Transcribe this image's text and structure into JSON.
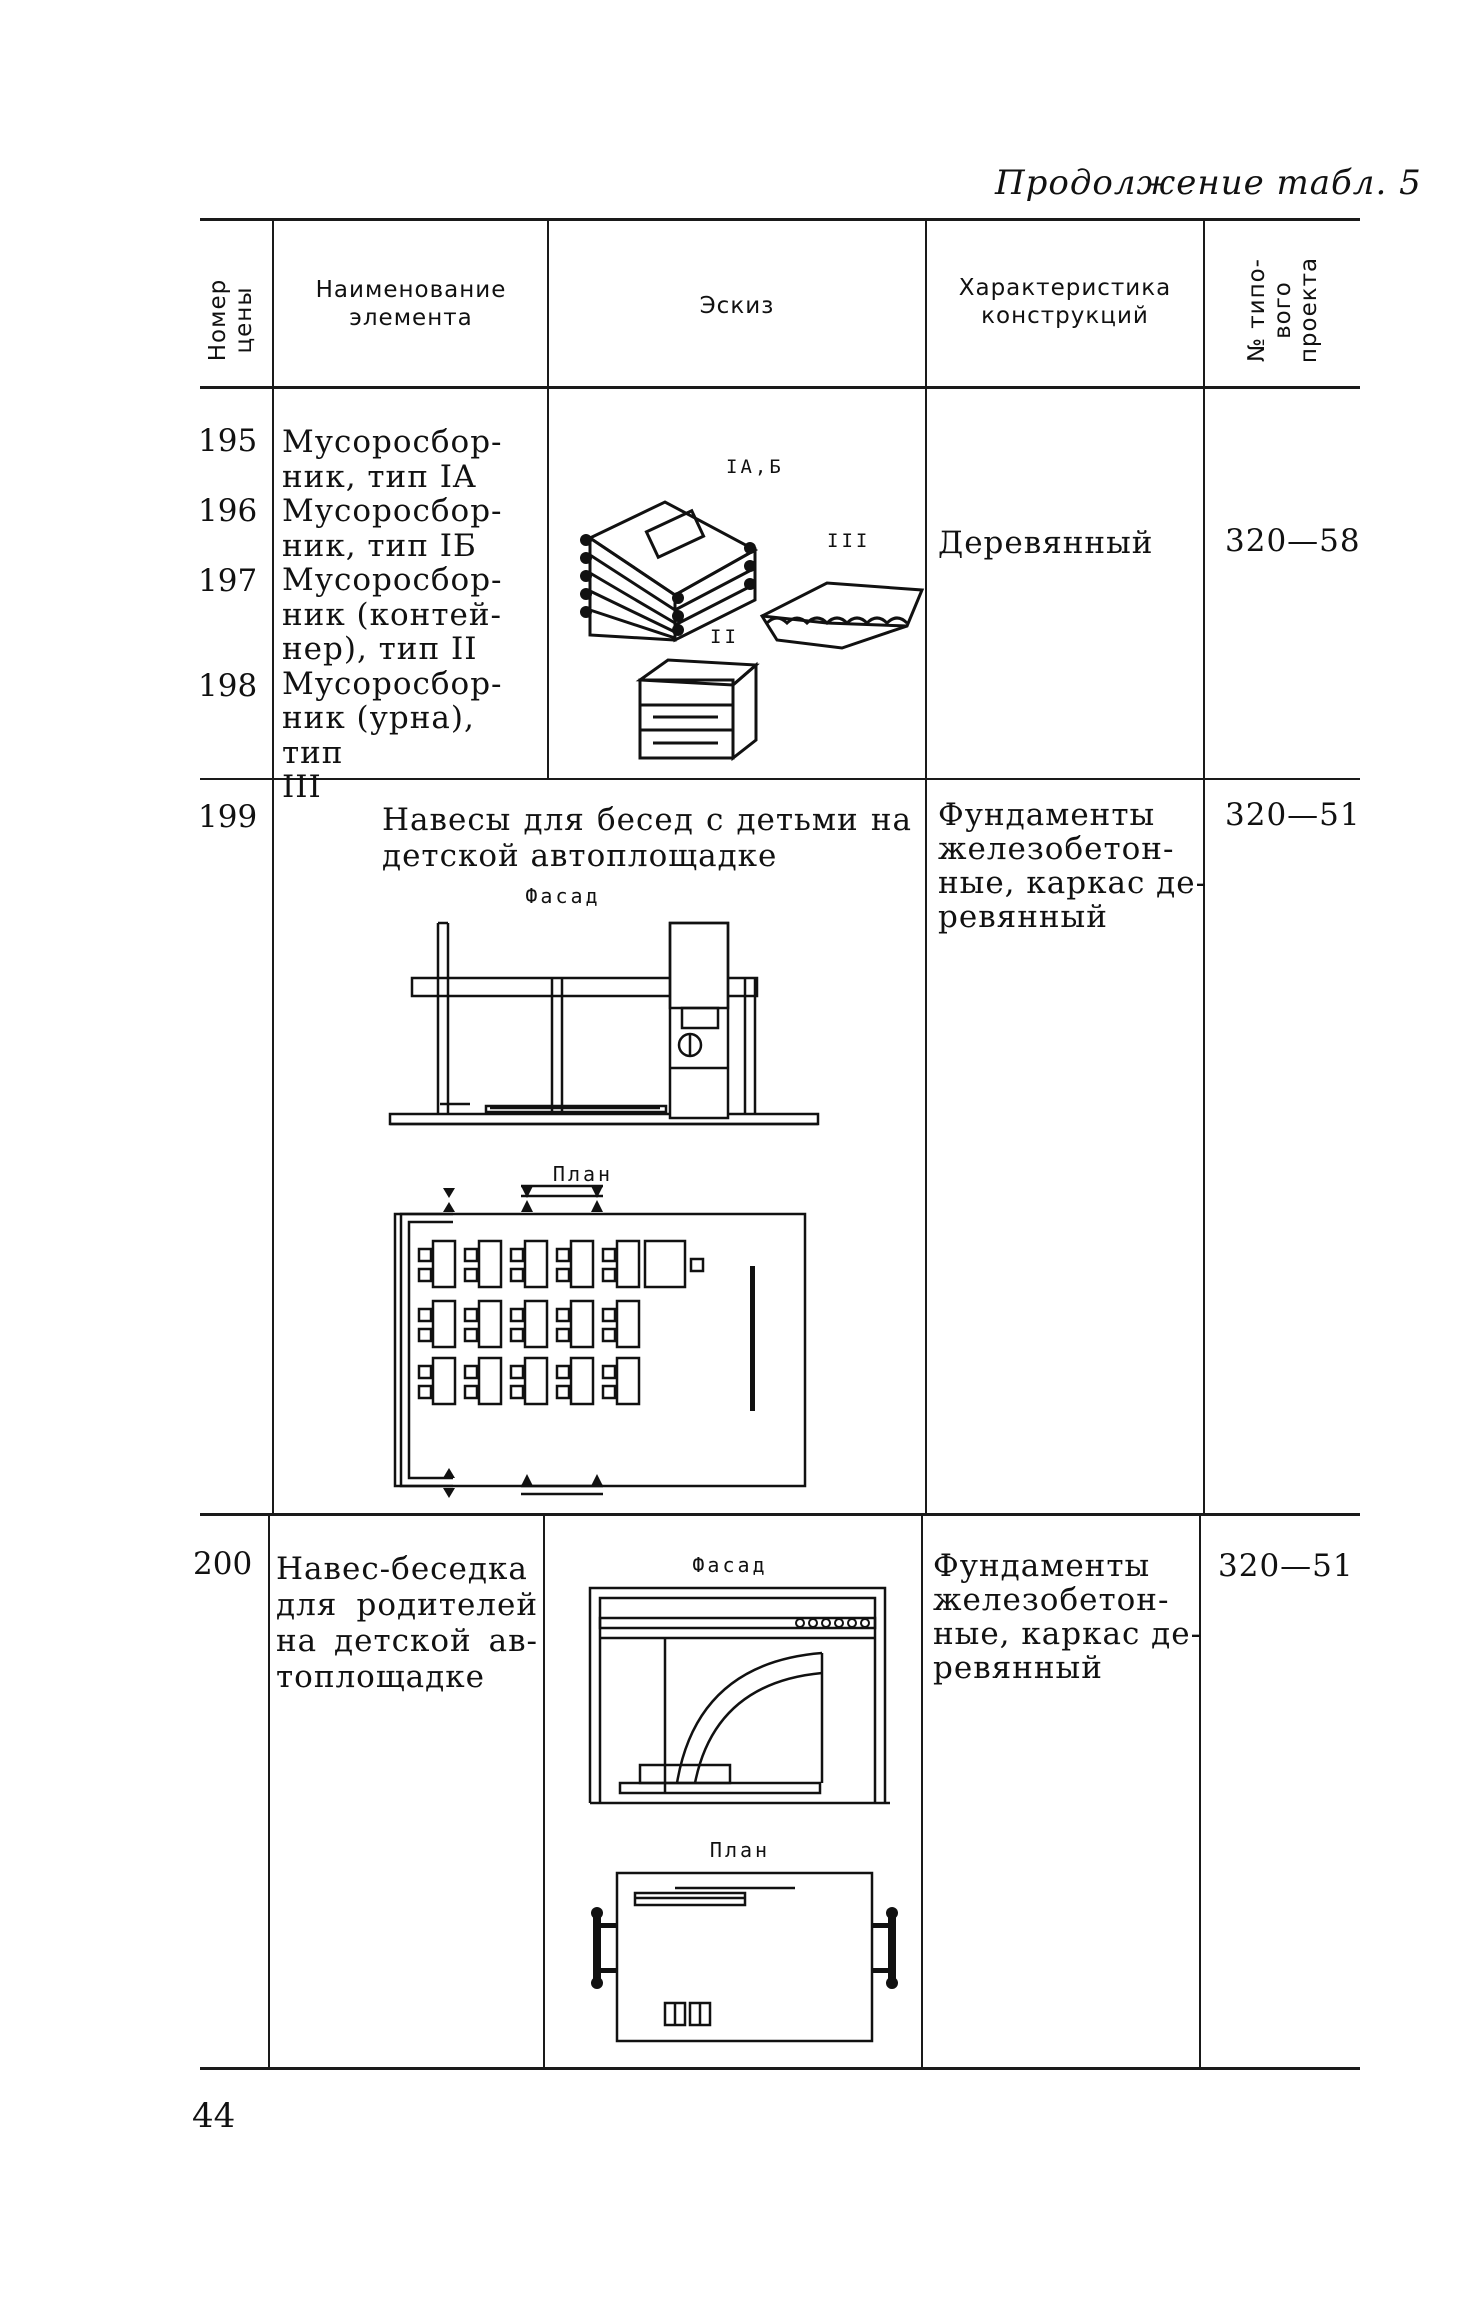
{
  "caption": "Продолжение табл. 5",
  "header": {
    "col_number": [
      "Номер",
      "цены"
    ],
    "col_name": [
      "Наименование",
      "элемента"
    ],
    "col_sketch": "Эскиз",
    "col_char": [
      "Характеристика",
      "конструкций"
    ],
    "col_project": [
      "№ типо-",
      "вого",
      "проекта"
    ]
  },
  "rows": [
    {
      "numbers": [
        "195",
        "196",
        "197",
        "198"
      ],
      "names": [
        "Мусоросбор-",
        "ник, тип IA",
        "Мусоросбор-",
        "ник, тип IБ",
        "Мусоросбор-",
        "ник (контей-",
        "нер), тип II",
        "Мусоросбор-",
        "ник (урна), тип",
        "III"
      ],
      "sketch_labels": [
        "IА,Б",
        "III",
        "II"
      ],
      "characteristic": "Деревянный",
      "project": "320—58"
    },
    {
      "numbers": [
        "199"
      ],
      "name": "Навесы для бесед с детьми на детской автоплощадке",
      "facade_label": "Фасад",
      "plan_label": "План",
      "characteristic": [
        "Фундаменты",
        "железобетон-",
        "ные, каркас де-",
        "ревянный"
      ],
      "project": "320—51"
    },
    {
      "numbers": [
        "200"
      ],
      "names": [
        "Навес-беседка",
        "для родителей",
        "на детской ав-",
        "топлощадке"
      ],
      "facade_label": "Фасад",
      "plan_label": "План",
      "characteristic": [
        "Фундаменты",
        "железобетон-",
        "ные, каркас де-",
        "ревянный"
      ],
      "project": "320—51"
    }
  ],
  "page_number": "44"
}
